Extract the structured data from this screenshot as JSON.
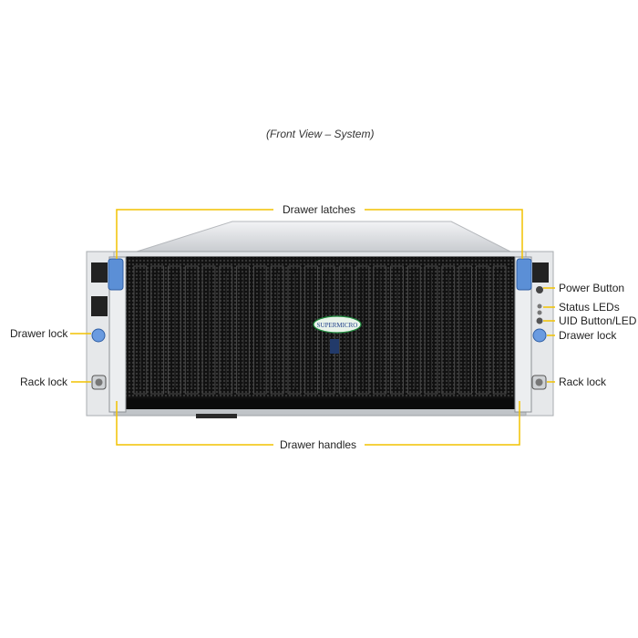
{
  "caption": "(Front View – System)",
  "brand": "SUPERMICRO",
  "callouts": {
    "drawer_latches": "Drawer latches",
    "drawer_handles": "Drawer handles",
    "drawer_lock_left": "Drawer lock",
    "rack_lock_left": "Rack lock",
    "power_button": "Power Button",
    "status_leds": "Status LEDs",
    "uid_button_led": "UID Button/LED",
    "drawer_lock_right": "Drawer lock",
    "rack_lock_right": "Rack lock"
  },
  "colors": {
    "callout_line": "#f2c200",
    "chassis_metal": "#d7d9dc",
    "bezel_mesh": "#1a1a1a",
    "latch_blue": "#5b8fd6",
    "logo_green": "#1f8a3c"
  },
  "icons": {
    "drawer_latch": "latch-icon",
    "drawer_lock": "lock-icon",
    "rack_lock": "lock-knob-icon",
    "power": "power-icon",
    "status": "led-icon",
    "uid": "uid-icon",
    "logo": "supermicro-logo-icon"
  }
}
